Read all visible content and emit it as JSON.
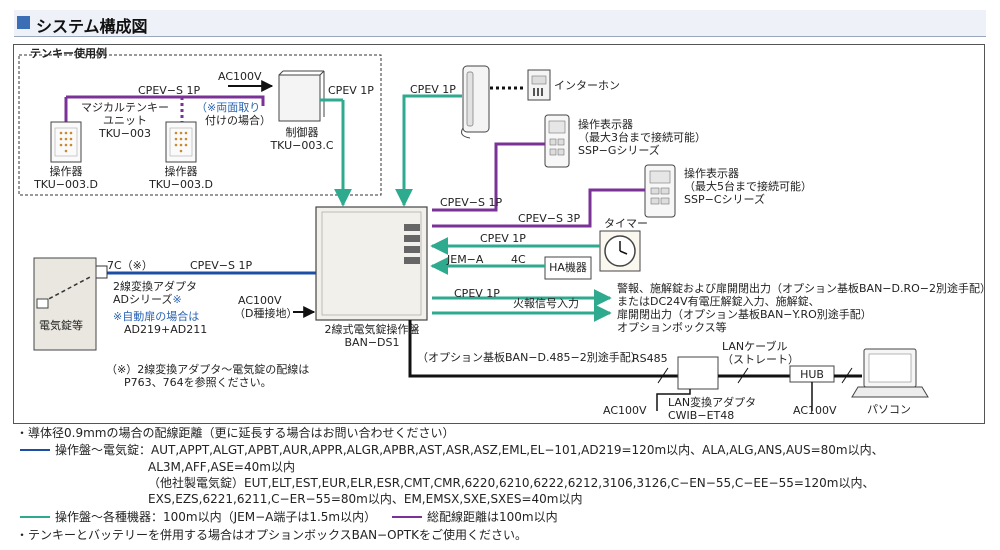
{
  "title": "システム構成図",
  "group_label": "テンキー使用例",
  "colors": {
    "blue": "#1d4ea6",
    "teal": "#2eaa8f",
    "purple": "#7b3296",
    "black": "#111111",
    "accent": "#3b6eb5"
  },
  "icons": [
    "keypad-icon",
    "control-box-icon",
    "handset-icon",
    "intercom-icon",
    "display-panel-icon",
    "clock-icon",
    "computer-icon",
    "lock-icon"
  ],
  "d": {
    "cable_cpevs1p_top": "CPEV−S 1P",
    "ac100v_top": "AC100V",
    "cpev1p_ctrl": "CPEV 1P",
    "magical_l1": "マジカルテンキー",
    "magical_l2": "ユニット",
    "magical_l3": "TKU−003",
    "dual_l1": "（※両面取り",
    "dual_l2": "付けの場合）",
    "ctrl_l1": "制御器",
    "ctrl_l2": "TKU−003.C",
    "op1_l1": "操作器",
    "op1_l2": "TKU−003.D",
    "op2_l1": "操作器",
    "op2_l2": "TKU−003.D",
    "cpev1p_intercom": "CPEV 1P",
    "intercom": "インターホン",
    "ssp_g_l1": "操作表示器",
    "ssp_g_l2": "（最大3台まで接続可能）",
    "ssp_g_l3": "SSP−Gシリーズ",
    "ssp_c_l1": "操作表示器",
    "ssp_c_l2": "（最大5台まで接続可能）",
    "ssp_c_l3": "SSP−Cシリーズ",
    "cpevs1p_mid": "CPEV−S 1P",
    "cpevs3p": "CPEV−S 3P",
    "timer": "タイマー",
    "cpev1p_timer": "CPEV 1P",
    "jem_a": "JEM−A",
    "fourc": "4C",
    "ha": "HA機器",
    "out_l1": "警報、施解錠および扉開閉出力（オプション基板BAN−D.RO−2別途手配）",
    "out_l2": "またはDC24V有電圧解錠入力、施解錠、",
    "out_l3": "扉開閉出力（オプション基板BAN−Y.RO別途手配）",
    "out_l4": "オプションボックス等",
    "cpev1p_fire": "CPEV 1P",
    "fire": "火報信号入力",
    "seven_c": "7C（※）",
    "cpevs1p_left": "CPEV−S 1P",
    "adapter_l1": "2線変換アダプタ",
    "adapter_l2": "ADシリーズ",
    "adapter_star": "※",
    "auto_l1": "※自動扉の場合は",
    "auto_l2": "AD219+AD211",
    "lock": "電気錠等",
    "ac100v_panel_l1": "AC100V",
    "ac100v_panel_l2": "（D種接地）",
    "panel_l1": "2線式電気錠操作盤",
    "panel_l2": "BAN−DS1",
    "note_l1": "（※）2線変換アダプタ〜電気錠の配線は",
    "note_l2": "P763、764を参照ください。",
    "option_board": "（オプション基板BAN−D.485−2別途手配）",
    "rs485": "RS485",
    "lan_cable_l1": "LANケーブル",
    "lan_cable_l2": "（ストレート）",
    "hub": "HUB",
    "ac100v_lan": "AC100V",
    "lan_adapter_l1": "LAN変換アダプタ",
    "lan_adapter_l2": "CWIB−ET48",
    "ac100v_hub": "AC100V",
    "pc": "パソコン"
  },
  "footnotes": {
    "l1": "・導体径0.9mmの場合の配線距離（更に延長する場合はお問い合わせください）",
    "l2": "操作盤〜電気錠：AUT,APPT,ALGT,APBT,AUR,APPR,ALGR,APBR,AST,ASR,ASZ,EML,EL−101,AD219=120m以内、ALA,ALG,ANS,AUS=80m以内、",
    "l3": "AL3M,AFF,ASE=40m以内",
    "l4": "（他社製電気錠）EUT,ELT,EST,EUR,ELR,ESR,CMT,CMR,6220,6210,6222,6212,3106,3126,C−EN−55,C−EE−55=120m以内、",
    "l5": "EXS,EZS,6221,6211,C−ER−55=80m以内、EM,EMSX,SXE,SXES=40m以内",
    "l6": "操作盤〜各種機器：100m以内（JEM−A端子は1.5m以内）",
    "l7": "総配線距離は100m以内",
    "l8": "・テンキーとバッテリーを併用する場合はオプションボックスBAN−OPTKをご使用ください。"
  }
}
